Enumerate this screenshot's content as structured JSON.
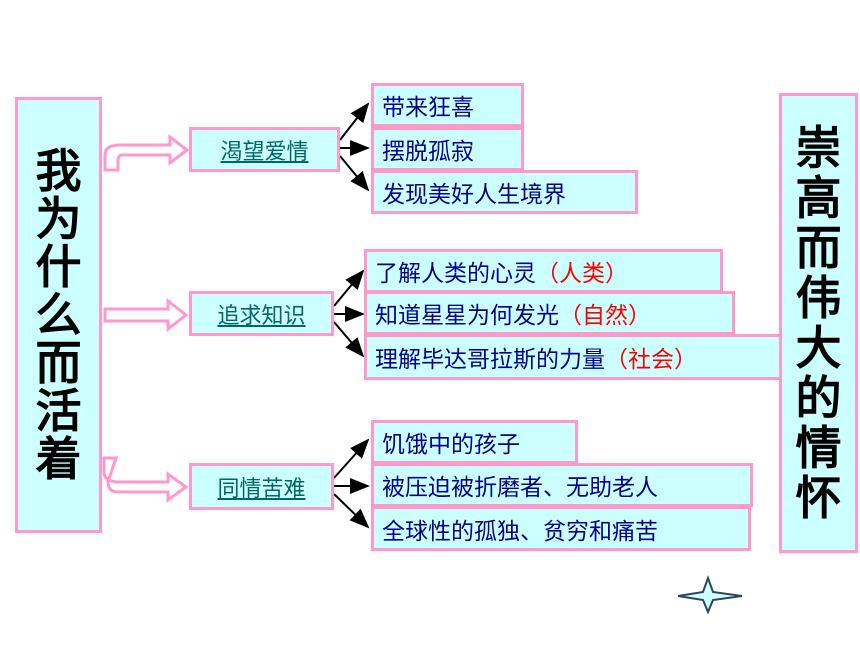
{
  "left_title": [
    "我",
    "为",
    "什",
    "么",
    "而",
    "活",
    "着"
  ],
  "right_title": [
    "崇",
    "高",
    "而",
    "伟",
    "大",
    "的",
    "情",
    "怀"
  ],
  "branches": [
    {
      "label": "渴望爱情",
      "items": [
        {
          "text": "带来狂喜",
          "extra": ""
        },
        {
          "text": "摆脱孤寂",
          "extra": ""
        },
        {
          "text": "发现美好人生境界",
          "extra": ""
        }
      ]
    },
    {
      "label": "追求知识",
      "items": [
        {
          "text": "了解人类的心灵",
          "extra": "（人类）"
        },
        {
          "text": "知道星星为何发光",
          "extra": "（自然）"
        },
        {
          "text": "理解毕达哥拉斯的力量",
          "extra": "（社会）"
        }
      ]
    },
    {
      "label": "同情苦难",
      "items": [
        {
          "text": "饥饿中的孩子",
          "extra": ""
        },
        {
          "text": "被压迫被折磨者、无助老人",
          "extra": ""
        },
        {
          "text": "全球性的孤独、贫穷和痛苦",
          "extra": ""
        }
      ]
    }
  ],
  "colors": {
    "box_fill": "#ccffff",
    "box_border": "#ff99cc",
    "leaf_text": "#00008b",
    "branch_text": "#006666",
    "accent": "#ff0000"
  }
}
